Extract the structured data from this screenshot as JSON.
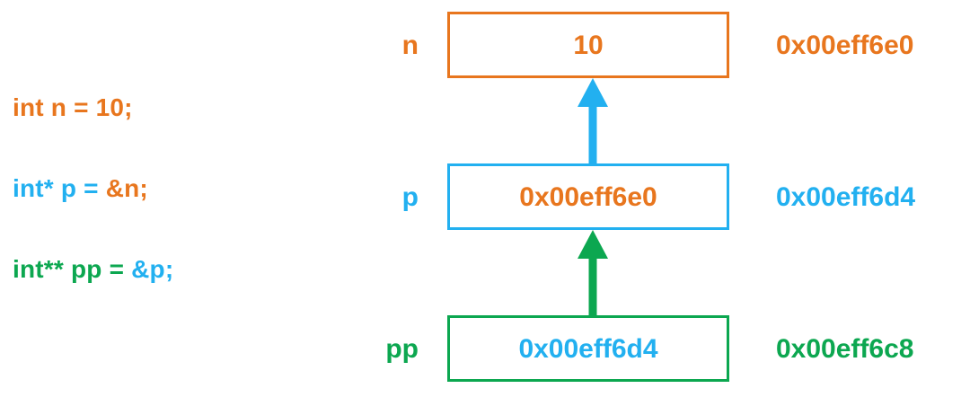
{
  "colors": {
    "orange": "#E8761E",
    "blue": "#22B0F0",
    "green": "#0CA750",
    "background": "#FFFFFF"
  },
  "code": {
    "lines": [
      {
        "id": "declare-n",
        "segments": [
          {
            "text": "int n = 10;",
            "color": "#E8761E"
          }
        ]
      },
      {
        "id": "declare-p",
        "segments": [
          {
            "text": "int* p = ",
            "color": "#22B0F0"
          },
          {
            "text": "&n;",
            "color": "#E8761E"
          }
        ]
      },
      {
        "id": "declare-pp",
        "segments": [
          {
            "text": "int** pp = ",
            "color": "#0CA750"
          },
          {
            "text": "&p;",
            "color": "#22B0F0"
          }
        ]
      }
    ]
  },
  "memory": {
    "rows": [
      {
        "id": "n",
        "variable": "n",
        "variable_color": "#E8761E",
        "box_border_color": "#E8761E",
        "value": "10",
        "value_color": "#E8761E",
        "address": "0x00eff6e0",
        "address_color": "#E8761E"
      },
      {
        "id": "p",
        "variable": "p",
        "variable_color": "#22B0F0",
        "box_border_color": "#22B0F0",
        "value": "0x00eff6e0",
        "value_color": "#E8761E",
        "address": "0x00eff6d4",
        "address_color": "#22B0F0"
      },
      {
        "id": "pp",
        "variable": "pp",
        "variable_color": "#0CA750",
        "box_border_color": "#0CA750",
        "value": "0x00eff6d4",
        "value_color": "#22B0F0",
        "address": "0x00eff6c8",
        "address_color": "#0CA750"
      }
    ]
  },
  "arrows": [
    {
      "id": "p-points-to-n",
      "from": "p",
      "to": "n",
      "color": "#22B0F0"
    },
    {
      "id": "pp-points-to-p",
      "from": "pp",
      "to": "p",
      "color": "#0CA750"
    }
  ]
}
